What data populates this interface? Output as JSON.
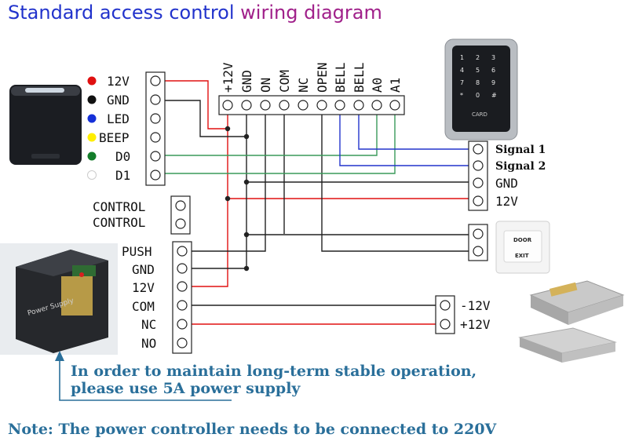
{
  "title": {
    "part1": "Standard access control",
    "part2": "wiring diagram"
  },
  "reader_pins": [
    {
      "label": "12V",
      "dot": "#e01010"
    },
    {
      "label": "GND",
      "dot": "#111111"
    },
    {
      "label": "LED",
      "dot": "#1530d8"
    },
    {
      "label": "BEEP",
      "dot": "#ffee00"
    },
    {
      "label": "D0",
      "dot": "#137d2a"
    },
    {
      "label": "D1",
      "dot": "#ffffff"
    }
  ],
  "controller_pins": [
    "+12V",
    "GND",
    "ON",
    "COM",
    "NC",
    "OPEN",
    "BELL",
    "BELL",
    "A0",
    "A1"
  ],
  "control_pins": [
    "CONTROL",
    "CONTROL"
  ],
  "power_pins": [
    "PUSH",
    "GND",
    "12V",
    "COM",
    "NC",
    "NO"
  ],
  "keypad_pins": [
    "Signal 1",
    "Signal 2",
    "GND",
    "12V"
  ],
  "lock_pins": [
    "-12V",
    "+12V"
  ],
  "exit_button": {
    "line1": "DOOR",
    "line2": "EXIT"
  },
  "keypad_card_label": "CARD",
  "power_box_label": "Power Supply",
  "note_lines": [
    "In order to maintain long-term stable operation,",
    "please use 5A power supply"
  ],
  "footer_note": "Note: The power controller needs to be connected to 220V",
  "colors": {
    "red": "#e01010",
    "black": "#222222",
    "green": "#3a9a5a",
    "blue": "#2233cc",
    "note": "#2a6f9a"
  }
}
